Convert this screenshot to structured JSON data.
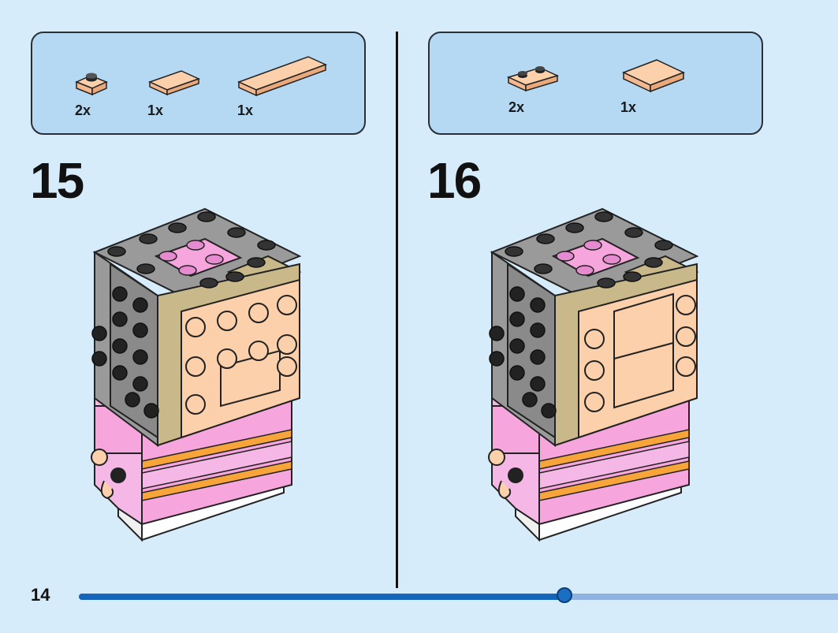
{
  "steps": [
    {
      "number": "15",
      "parts": [
        {
          "qty": "2x",
          "icon": "round-plate-1x1-icon"
        },
        {
          "qty": "1x",
          "icon": "tile-1x2-icon"
        },
        {
          "qty": "1x",
          "icon": "tile-1x4-icon"
        }
      ]
    },
    {
      "number": "16",
      "parts": [
        {
          "qty": "2x",
          "icon": "plate-1x2-icon"
        },
        {
          "qty": "1x",
          "icon": "tile-2x2-icon"
        }
      ]
    }
  ],
  "page": {
    "number": "14",
    "progress": 0.64
  },
  "colors": {
    "background": "#d6ecfb",
    "parts_box": "#b5d8f3",
    "flesh": "#fcd0aa",
    "pink": "#f6a6dc",
    "light_pink": "#f5b8e6",
    "grey": "#9a9a9a",
    "tan": "#c9b98a",
    "orange": "#f7a43a",
    "progress": "#1565b8"
  }
}
